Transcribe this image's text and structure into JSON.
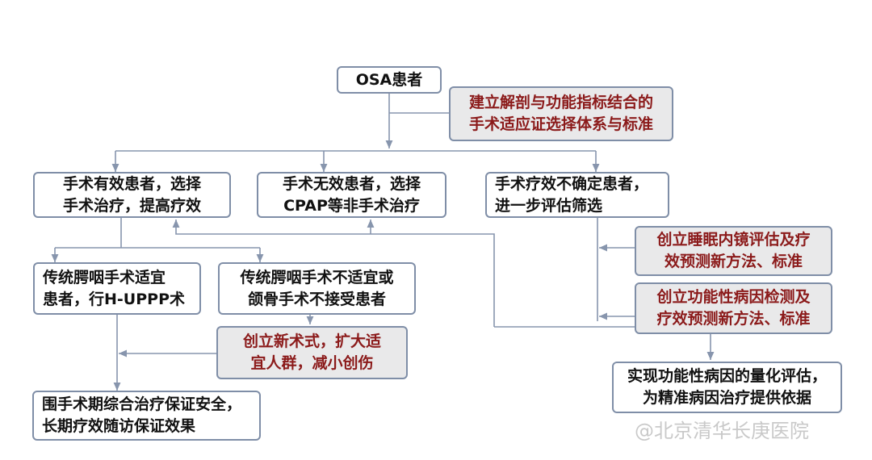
{
  "nodes": {
    "osa": [
      "OSA患者"
    ],
    "standard": [
      "建立解剖与功能指标结合的",
      "手术适应证选择体系与标准"
    ],
    "effective": [
      "手术有效患者，选择",
      "手术治疗，提高疗效"
    ],
    "ineffective": [
      "手术无效患者，选择",
      "CPAP等非手术治疗"
    ],
    "uncertain": [
      "手术疗效不确定患者，",
      "进一步评估筛选"
    ],
    "traditional_ok": [
      "传统腭咽手术适宜",
      "患者，行H-UPPP术"
    ],
    "traditional_not": [
      "传统腭咽手术不适宜或",
      "颌骨手术不接受患者"
    ],
    "new_surgery": [
      "创立新术式，扩大适",
      "宜人群，减小创伤"
    ],
    "sleep_endoscopy": [
      "创立睡眠内镜评估及疗",
      "效预测新方法、标准"
    ],
    "functional": [
      "创立功能性病因检测及",
      "疗效预测新方法、标准"
    ],
    "perioperative": [
      "围手术期综合治疗保证安全，",
      "长期疗效随访保证效果"
    ],
    "quantify": [
      "实现功能性病因的量化评估，",
      "为精准病因治疗提供依据"
    ]
  },
  "watermark": "@北京清华长庚医院",
  "colors": {
    "line": "#8795ad",
    "red_text": "#8b1a1a",
    "red_bg": "#e9e9ea",
    "border": "#7f8ea7"
  }
}
